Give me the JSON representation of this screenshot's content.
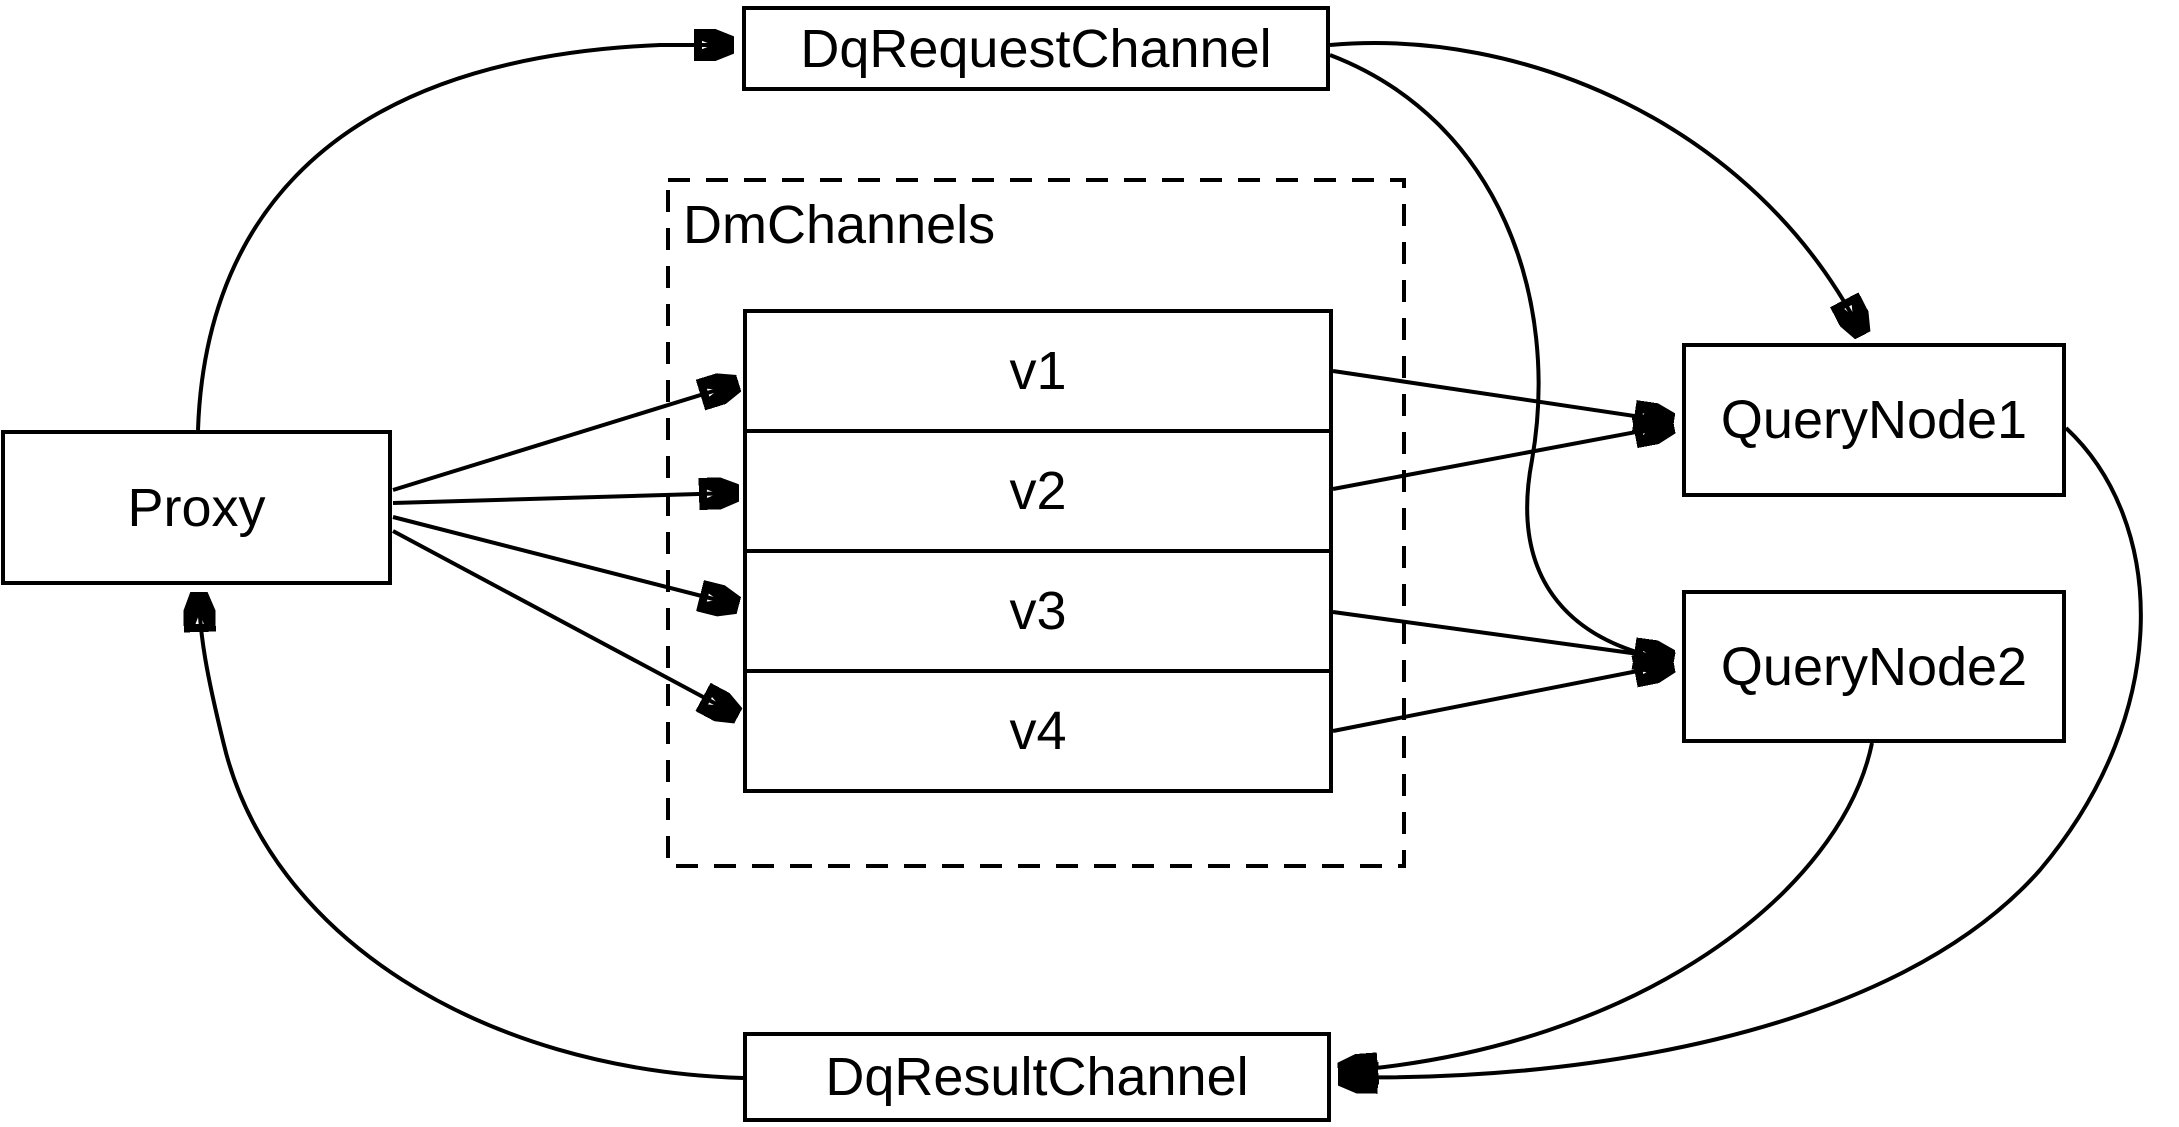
{
  "diagram": {
    "background_color": "#ffffff",
    "line_color": "#000000",
    "nodes": {
      "proxy": {
        "label": "Proxy"
      },
      "request_channel": {
        "label": "DqRequestChannel"
      },
      "result_channel": {
        "label": "DqResultChannel"
      },
      "dm_channels": {
        "label": "DmChannels",
        "channels": [
          "v1",
          "v2",
          "v3",
          "v4"
        ]
      },
      "query_node1": {
        "label": "QueryNode1"
      },
      "query_node2": {
        "label": "QueryNode2"
      }
    },
    "edges": [
      {
        "from": "Proxy",
        "to": "DqRequestChannel"
      },
      {
        "from": "DqRequestChannel",
        "to": "QueryNode1"
      },
      {
        "from": "DqRequestChannel",
        "to": "QueryNode2"
      },
      {
        "from": "Proxy",
        "to": "v1"
      },
      {
        "from": "Proxy",
        "to": "v2"
      },
      {
        "from": "Proxy",
        "to": "v3"
      },
      {
        "from": "Proxy",
        "to": "v4"
      },
      {
        "from": "v1",
        "to": "QueryNode1"
      },
      {
        "from": "v2",
        "to": "QueryNode1"
      },
      {
        "from": "v3",
        "to": "QueryNode2"
      },
      {
        "from": "v4",
        "to": "QueryNode2"
      },
      {
        "from": "QueryNode1",
        "to": "DqResultChannel"
      },
      {
        "from": "QueryNode2",
        "to": "DqResultChannel"
      },
      {
        "from": "DqResultChannel",
        "to": "Proxy"
      }
    ]
  }
}
